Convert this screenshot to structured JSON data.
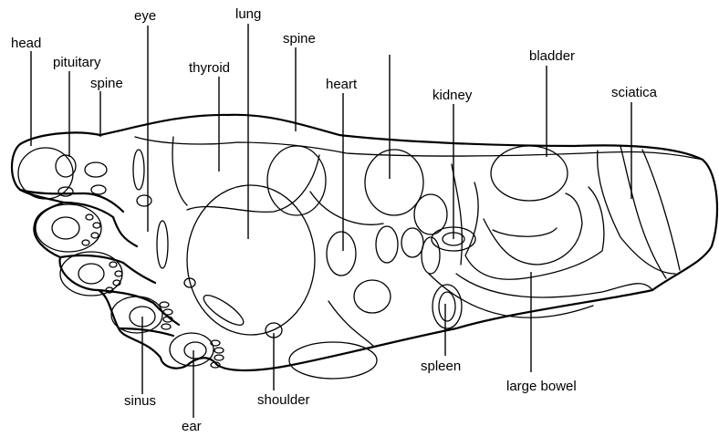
{
  "labels": {
    "head": "head",
    "pituitary": "pituitary",
    "spine_toe": "spine",
    "eye": "eye",
    "thyroid": "thyroid",
    "lung": "lung",
    "spine_top": "spine",
    "heart": "heart",
    "kidney": "kidney",
    "bladder": "bladder",
    "sciatica": "sciatica",
    "sinus": "sinus",
    "ear": "ear",
    "shoulder": "shoulder",
    "spleen": "spleen",
    "large_bowel": "large bowel"
  },
  "colors": {
    "ink": "#000000",
    "paper": "#ffffff"
  }
}
